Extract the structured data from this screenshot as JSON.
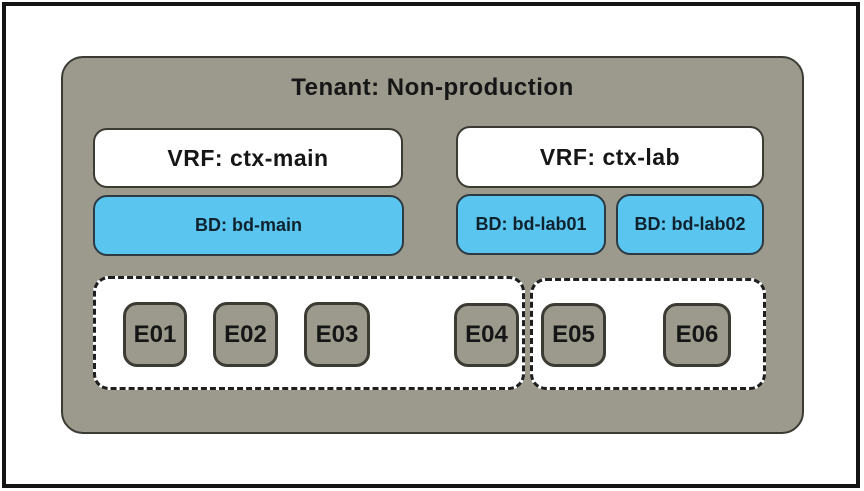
{
  "tenant": {
    "label": "Tenant: Non-production"
  },
  "vrfs": [
    {
      "label": "VRF: ctx-main"
    },
    {
      "label": "VRF: ctx-lab"
    }
  ],
  "bridge_domains": [
    {
      "label": "BD: bd-main"
    },
    {
      "label": "BD: bd-lab01"
    },
    {
      "label": "BD: bd-lab02"
    }
  ],
  "endpoints": [
    {
      "label": "E01"
    },
    {
      "label": "E02"
    },
    {
      "label": "E03"
    },
    {
      "label": "E04"
    },
    {
      "label": "E05"
    },
    {
      "label": "E06"
    }
  ],
  "colors": {
    "container_gray": "#9C9A8C",
    "bd_blue": "#5AC6F0",
    "box_white": "#FFFFFF",
    "border_dark": "#3B3B33",
    "frame_black": "#141414",
    "text": "#161616"
  }
}
